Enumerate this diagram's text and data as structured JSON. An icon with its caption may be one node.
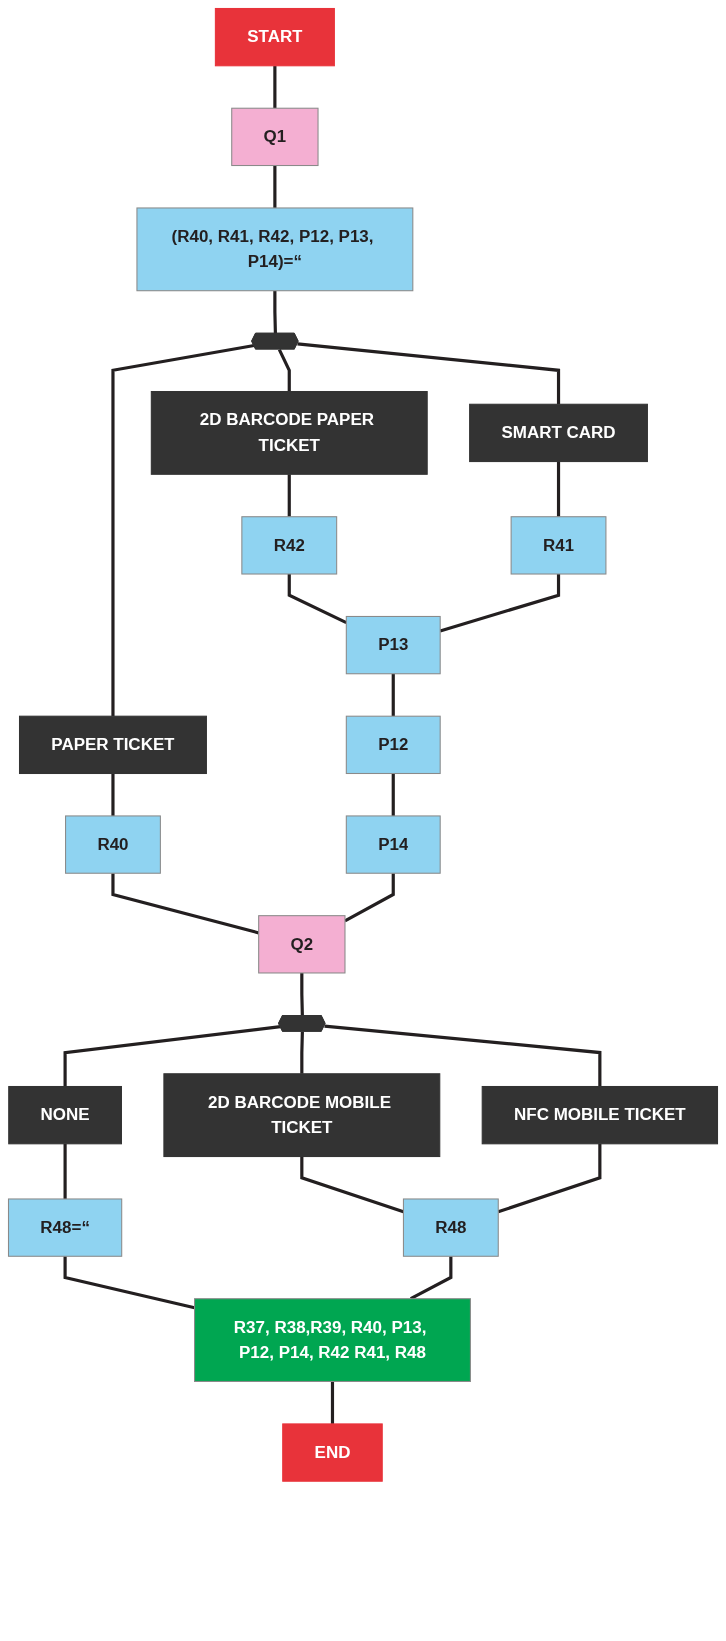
{
  "diagram": {
    "nodes": [
      {
        "text": [
          "START"
        ]
      },
      {
        "text": [
          "Q1"
        ]
      },
      {
        "text": [
          "(R40, R41, R42, P12, P13, P14)=“"
        ]
      },
      {
        "text": [],
        "shape": "hexagon"
      },
      {
        "text": [
          "PAPER TICKET"
        ]
      },
      {
        "text": [
          "SMART CARD"
        ]
      },
      {
        "text": [
          "2D BARCODE PAPER TICKET"
        ]
      },
      {
        "text": [
          "R40"
        ]
      },
      {
        "text": [
          "R41"
        ]
      },
      {
        "text": [
          "R42"
        ]
      },
      {
        "text": [
          "P13"
        ]
      },
      {
        "text": [
          "P12"
        ]
      },
      {
        "text": [
          "P14"
        ]
      },
      {
        "text": [
          "Q2"
        ]
      },
      {
        "text": [],
        "shape": "hexagon"
      },
      {
        "text": [
          "NONE"
        ]
      },
      {
        "text": [
          "2D BARCODE MOBILE TICKET"
        ]
      },
      {
        "text": [
          "NFC MOBILE TICKET"
        ]
      },
      {
        "text": [
          "R48=“"
        ]
      },
      {
        "text": [
          "R48"
        ]
      },
      {
        "text": [
          "R37, R38,R39, R40, P13, P12, P14, R42 R41, R48"
        ]
      },
      {
        "text": [
          "END"
        ]
      }
    ],
    "edges": [
      {
        "from": 0,
        "to": 1,
        "arrow": "none"
      },
      {
        "from": 1,
        "to": 2,
        "arrow": "none"
      },
      {
        "from": 2,
        "to": 3,
        "arrow": "none"
      },
      {
        "from": 3,
        "to": 4,
        "arrow": "none"
      },
      {
        "from": 3,
        "to": 5,
        "arrow": "none"
      },
      {
        "from": 3,
        "to": 6,
        "arrow": "none"
      },
      {
        "from": 4,
        "to": 7,
        "arrow": "none"
      },
      {
        "from": 5,
        "to": 8,
        "arrow": "none"
      },
      {
        "from": 6,
        "to": 9,
        "arrow": "none"
      },
      {
        "from": 9,
        "to": 10,
        "arrow": "none"
      },
      {
        "from": 8,
        "to": 10,
        "arrow": "none"
      },
      {
        "from": 10,
        "to": 11,
        "arrow": "none"
      },
      {
        "from": 11,
        "to": 12,
        "arrow": "none"
      },
      {
        "from": 7,
        "to": 13,
        "arrow": "none"
      },
      {
        "from": 12,
        "to": 13,
        "arrow": "none"
      },
      {
        "from": 13,
        "to": 14,
        "arrow": "none"
      },
      {
        "from": 14,
        "to": 15,
        "arrow": "none"
      },
      {
        "from": 14,
        "to": 16,
        "arrow": "none"
      },
      {
        "from": 14,
        "to": 17,
        "arrow": "none"
      },
      {
        "from": 15,
        "to": 18,
        "arrow": "none"
      },
      {
        "from": 16,
        "to": 19,
        "arrow": "none"
      },
      {
        "from": 17,
        "to": 19,
        "arrow": "none"
      },
      {
        "from": 18,
        "to": 20,
        "arrow": "none"
      },
      {
        "from": 19,
        "to": 20,
        "arrow": "none"
      },
      {
        "from": 20,
        "to": 21,
        "arrow": "none"
      }
    ]
  }
}
